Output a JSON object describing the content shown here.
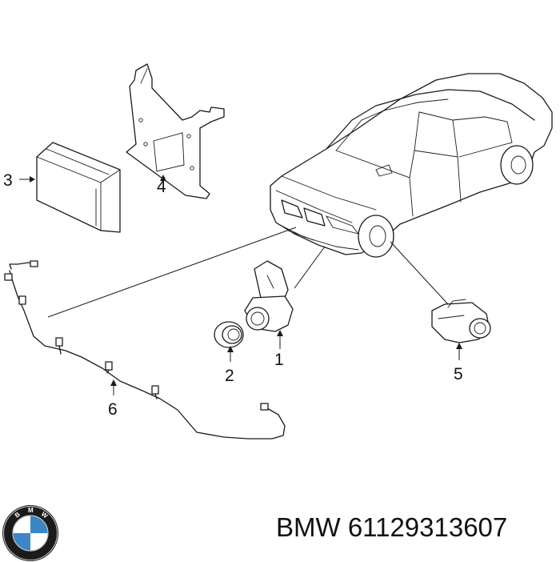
{
  "callouts": {
    "c1": "1",
    "c2": "2",
    "c3": "3",
    "c4": "4",
    "c5": "5",
    "c6": "6"
  },
  "logo": {
    "letters": "BMW",
    "colors": {
      "blue": "#3a86c6",
      "white": "#ffffff",
      "ring": "#1b1b1b"
    }
  },
  "caption": {
    "brand": "BMW",
    "part_number": "61129313607"
  }
}
